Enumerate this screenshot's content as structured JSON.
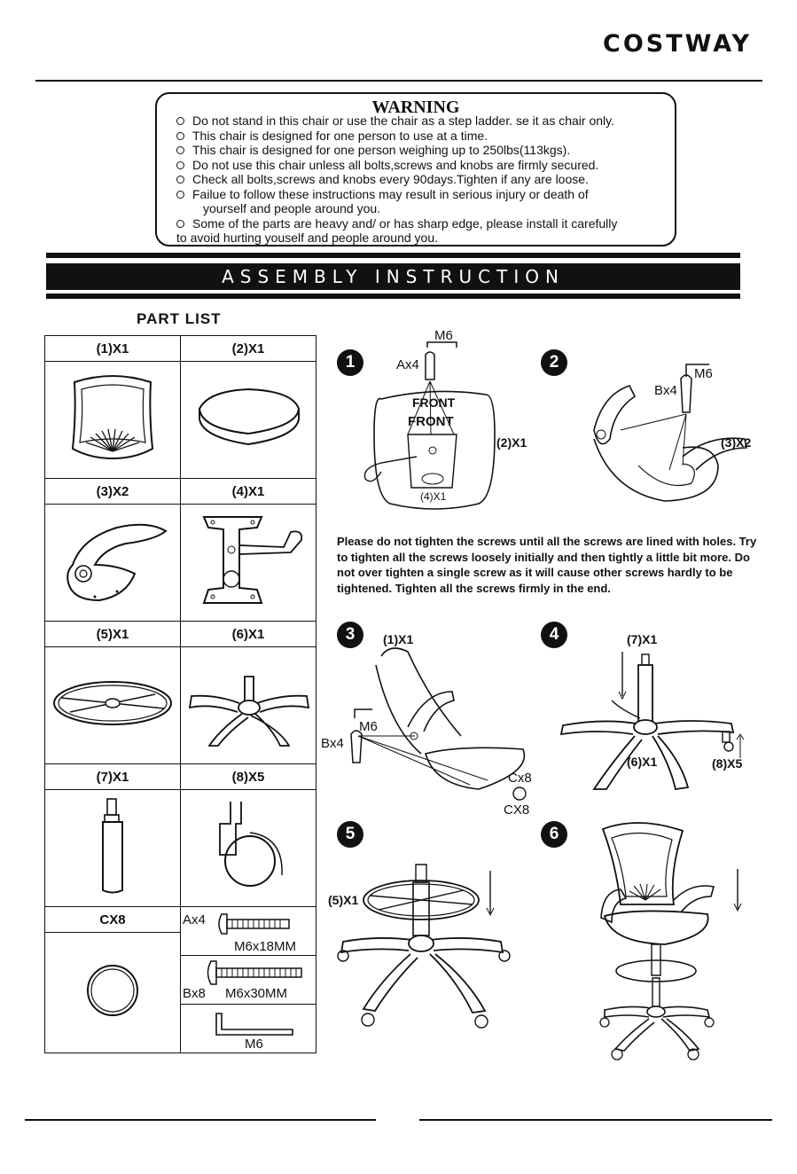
{
  "brand": "COSTWAY",
  "warning": {
    "title": "WARNING",
    "items": [
      "Do not stand in this chair or use the chair as a step ladder.   se it as chair only.",
      "This chair is designed for one person to use at a time.",
      "This chair is designed for one person weighing up to 250lbs(113kgs).",
      "Do not use this chair unless all bolts,screws and knobs are firmly secured.",
      "Check all bolts,screws and knobs every 90days.Tighten if any are loose.",
      "Failue to follow these instructions may result in serious injury or death of",
      "Some of the parts are heavy and/ or has sharp edge, please install it carefully"
    ],
    "continuations": [
      "yourself and people around you.",
      "to avoid hurting youself and people around you."
    ]
  },
  "banner": "ASSEMBLY  INSTRUCTION",
  "part_list": {
    "title": "PART LIST",
    "labels": [
      "(1)X1",
      "(2)X1",
      "(3)X2",
      "(4)X1",
      "(5)X1",
      "(6)X1",
      "(7)X1",
      "(8)X5",
      "CX8"
    ],
    "hardware": {
      "a_qty": "Ax4",
      "a_size": "M6x18MM",
      "b_qty": "Bx8",
      "b_size": "M6x30MM",
      "wrench": "M6"
    }
  },
  "steps": {
    "s1": {
      "num": "1",
      "wrench": "M6",
      "screw": "Ax4",
      "front1": "FRONT",
      "front2": "FRONT",
      "part2": "(2)X1",
      "part4": "(4)X1"
    },
    "s2": {
      "num": "2",
      "screw": "Bx4",
      "wrench": "M6",
      "part3": "(3)X2"
    },
    "s3": {
      "num": "3",
      "part1": "(1)X1",
      "wrench": "M6",
      "screw": "Bx4",
      "cx_a": "Cx8",
      "cx_b": "CX8"
    },
    "s4": {
      "num": "4",
      "part7": "(7)X1",
      "part6": "(6)X1",
      "part8": "(8)X5"
    },
    "s5": {
      "num": "5",
      "part5": "(5)X1"
    },
    "s6": {
      "num": "6"
    }
  },
  "note": "Please do not tighten the screws until all the screws are lined with holes. Try to tighten all the screws loosely initially and then tightly a little bit more. Do not over tighten a single screw as it will cause other screws hardly to be tightened. Tighten all the screws firmly in the end."
}
